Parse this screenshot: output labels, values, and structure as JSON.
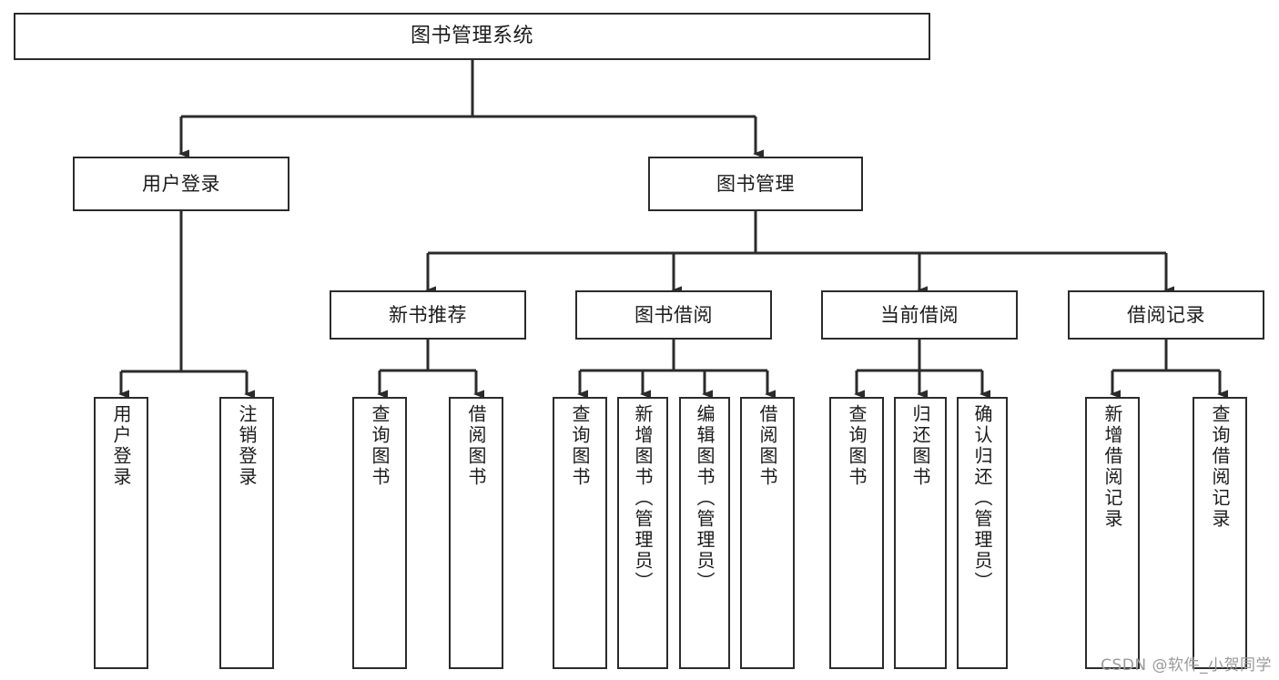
{
  "diagram": {
    "title": "图书管理系统",
    "type": "tree-hierarchy",
    "watermark": "CSDN @软件_小贺同学",
    "colors": {
      "stroke": "#2b2b2b",
      "fill": "#ffffff",
      "text": "#1b1b1b",
      "watermark": "#9a9a9a"
    },
    "nodes": {
      "root": {
        "label": "图书管理系统"
      },
      "level2": [
        {
          "id": "user-login",
          "label": "用户登录"
        },
        {
          "id": "book-management",
          "label": "图书管理"
        }
      ],
      "level3": [
        {
          "id": "new-book-recommend",
          "label": "新书推荐"
        },
        {
          "id": "book-borrow",
          "label": "图书借阅"
        },
        {
          "id": "current-borrow",
          "label": "当前借阅"
        },
        {
          "id": "borrow-record",
          "label": "借阅记录"
        }
      ],
      "leaves": {
        "user-login": [
          {
            "id": "leaf-user-login",
            "label": "用户登录"
          },
          {
            "id": "leaf-logout",
            "label": "注销登录"
          }
        ],
        "new-book-recommend": [
          {
            "id": "leaf-query-book-1",
            "label": "查询图书"
          },
          {
            "id": "leaf-borrow-book-1",
            "label": "借阅图书"
          }
        ],
        "book-borrow": [
          {
            "id": "leaf-query-book-2",
            "label": "查询图书"
          },
          {
            "id": "leaf-add-book",
            "label": "新增图书（管理员）"
          },
          {
            "id": "leaf-edit-book",
            "label": "编辑图书（管理员）"
          },
          {
            "id": "leaf-borrow-book-2",
            "label": "借阅图书"
          }
        ],
        "current-borrow": [
          {
            "id": "leaf-query-book-3",
            "label": "查询图书"
          },
          {
            "id": "leaf-return-book",
            "label": "归还图书"
          },
          {
            "id": "leaf-confirm-return",
            "label": "确认归还（管理员）"
          }
        ],
        "borrow-record": [
          {
            "id": "leaf-add-record",
            "label": "新增借阅记录"
          },
          {
            "id": "leaf-query-record",
            "label": "查询借阅记录"
          }
        ]
      }
    }
  }
}
